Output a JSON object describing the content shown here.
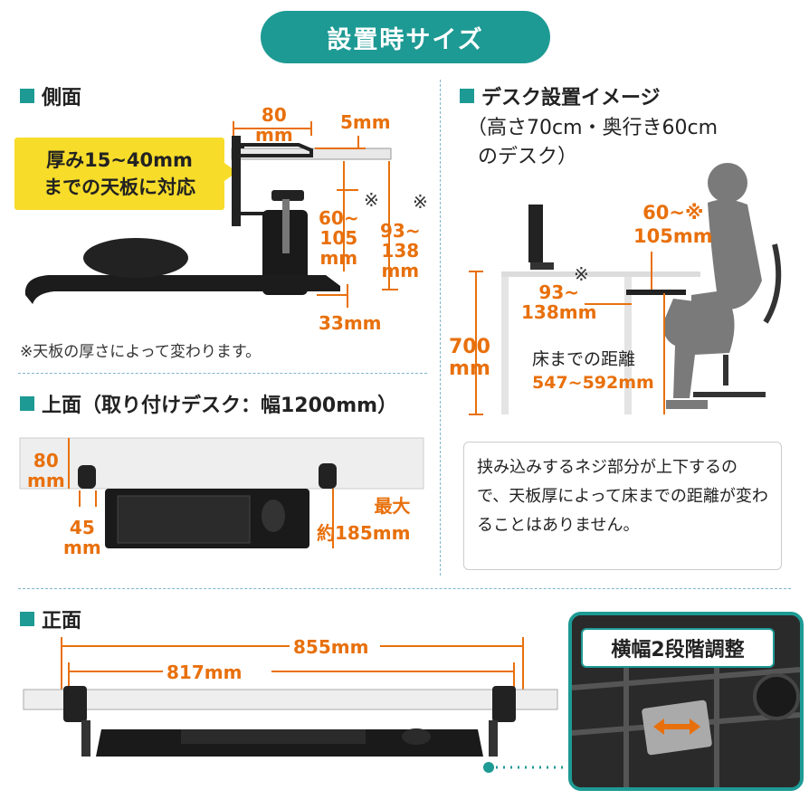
{
  "title": "設置時サイズ",
  "side": {
    "heading": "側面",
    "callout": [
      "厚み15~40mm",
      "までの天板に対応"
    ],
    "dims": {
      "d80_a": "80",
      "d80_b": "mm",
      "d5": "5mm",
      "d60_a": "60~",
      "d60_b": "105",
      "d60_c": "mm",
      "d93_a": "93~",
      "d93_b": "138",
      "d93_c": "mm",
      "d33": "33mm",
      "mark1": "※",
      "mark2": "※"
    },
    "note": "※天板の厚さによって変わります。"
  },
  "top": {
    "heading": "上面（取り付けデスク：幅1200mm）",
    "dims": {
      "d80_a": "80",
      "d80_b": "mm",
      "d45_a": "45",
      "d45_b": "mm",
      "max_a": "最大",
      "max_b": "約185mm"
    }
  },
  "desk": {
    "heading": "デスク設置イメージ",
    "sub1": "（高さ70cm・奥行き60cm",
    "sub2": "のデスク）",
    "dims": {
      "d60_a": "60~※",
      "d60_b": "105mm",
      "d93_a": "93~",
      "d93_b": "138mm",
      "mark": "※",
      "d700_a": "700",
      "d700_b": "mm",
      "floor_a": "床までの距離",
      "floor_b": "547~592mm"
    },
    "bubble": "挟み込みするネジ部分が上下するので、天板厚によって床までの距離が変わることはありません。"
  },
  "front": {
    "heading": "正面",
    "d855": "855mm",
    "d817": "817mm",
    "badge": "横幅2段階調整"
  },
  "colors": {
    "teal": "#1e9a94",
    "orange": "#e8700c",
    "yellow": "#f7dc2a"
  }
}
